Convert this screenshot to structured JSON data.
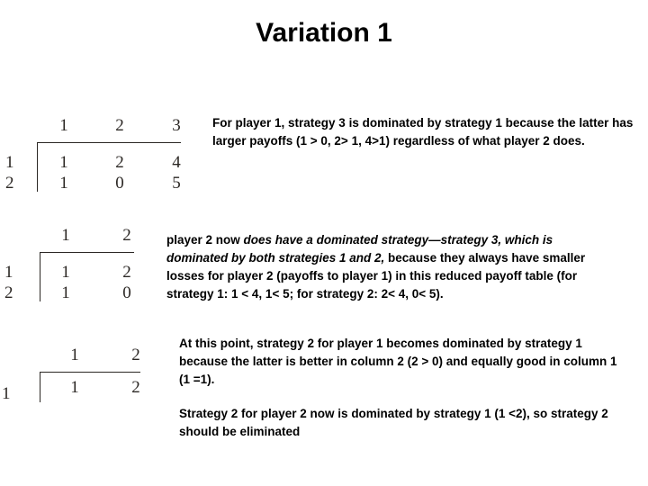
{
  "slide": {
    "title": "Variation 1",
    "background_color": "#ffffff",
    "text_color": "#000000",
    "matrix_color": "#2b2724"
  },
  "matrices": [
    {
      "id": "matrix-1",
      "name": "payoff-table-full",
      "column_headers": [
        "1",
        "2",
        "3"
      ],
      "row_labels": [
        "1",
        "2"
      ],
      "rows": [
        [
          "1",
          "2",
          "4"
        ],
        [
          "1",
          "0",
          "5"
        ]
      ]
    },
    {
      "id": "matrix-2",
      "name": "payoff-table-reduced-1",
      "column_headers": [
        "1",
        "2"
      ],
      "row_labels": [
        "1",
        "2"
      ],
      "rows": [
        [
          "1",
          "2"
        ],
        [
          "1",
          "0"
        ]
      ]
    },
    {
      "id": "matrix-3",
      "name": "payoff-table-reduced-2",
      "column_headers": [
        "1",
        "2"
      ],
      "row_labels": [
        "1"
      ],
      "rows": [
        [
          "1",
          "2"
        ]
      ]
    }
  ],
  "paragraphs": {
    "p1": "For player 1, strategy 3 is dominated by strategy 1 because the latter has larger payoffs  (1 > 0, 2> 1, 4>1) regardless of what player 2 does.",
    "p2_part1": "player 2 now ",
    "p2_italic": "does have a dominated strategy—strategy 3, which is dominated by both strategies 1 and 2,",
    "p2_part2": " because they always have smaller losses for player 2 (payoffs to player 1) in this reduced payoff table (for strategy 1: 1 < 4, 1< 5; for strategy 2: 2< 4, 0< 5).",
    "p3": "At this point, strategy 2 for player 1 becomes dominated by strategy 1 because the latter is better in column 2 (2 > 0) and equally good in column 1 (1 =1).",
    "p4": "Strategy 2 for player 2 now is dominated by strategy 1 (1 <2), so strategy 2 should be eliminated"
  }
}
